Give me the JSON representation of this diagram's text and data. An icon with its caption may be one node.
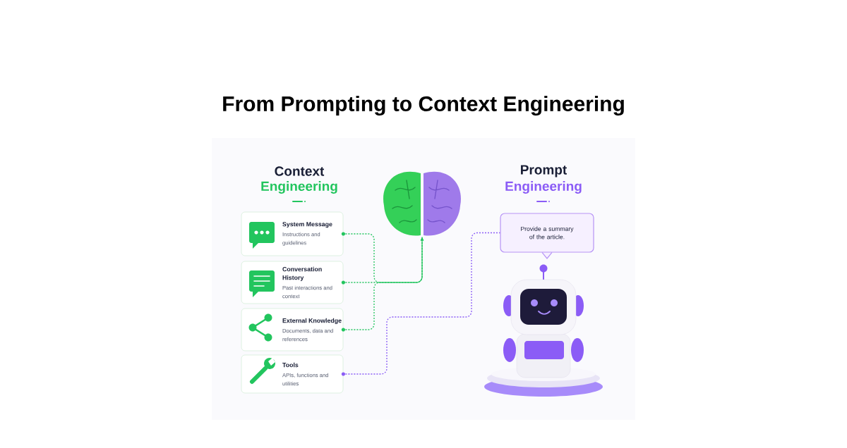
{
  "diagram": {
    "title": "From Prompting to Context Engineering",
    "nodes": [
      {
        "text": [
          "System Message",
          "Instructions and guidelines"
        ]
      },
      {
        "text": [
          "Conversation History",
          "Past interactions and context"
        ]
      },
      {
        "text": [
          "External Knowledge",
          "Documents, data and references"
        ]
      },
      {
        "text": [
          "Tools",
          "APIs, functions and utilities"
        ]
      },
      {
        "text": [],
        "shape": "picture"
      },
      {
        "text": [
          "Provide a summary of the article."
        ]
      }
    ],
    "edges": [
      {
        "from": 0,
        "to": 4,
        "arrow": "to"
      },
      {
        "from": 1,
        "to": 4,
        "arrow": "to"
      },
      {
        "from": 2,
        "to": 4,
        "arrow": "to"
      },
      {
        "from": 3,
        "to": 5,
        "arrow": "none",
        "color": "#8b5cf6"
      }
    ],
    "labels": [
      "Context",
      "Engineering",
      "Prompt",
      "Engineering"
    ]
  }
}
